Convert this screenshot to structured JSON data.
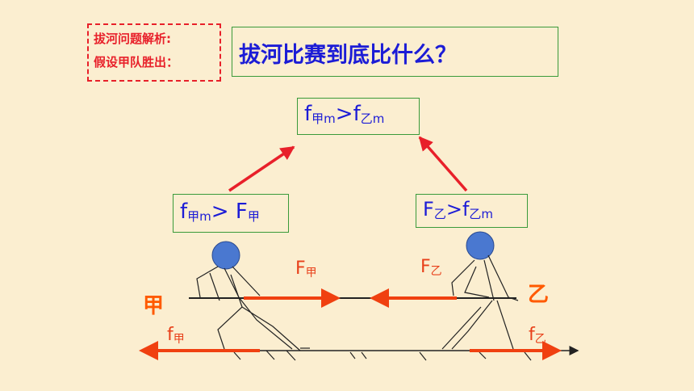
{
  "analysis": {
    "line1": "拔河问题解析:",
    "line2": "假设甲队胜出："
  },
  "title": "拔河比赛到底比什么？",
  "top_box": {
    "f1": "f",
    "s1": "甲m",
    "op": ">",
    "f2": "f",
    "s2": "乙m"
  },
  "left_box": {
    "f1": "f",
    "s1": "甲m",
    "op": "> ",
    "f2": "F",
    "s2": "甲"
  },
  "right_box": {
    "f1": "F",
    "s1": "乙",
    "op": ">",
    "f2": "f",
    "s2": "乙m"
  },
  "force_labels": {
    "rope_left": {
      "main": "F",
      "sub": "甲"
    },
    "rope_right": {
      "main": "F",
      "sub": "乙"
    },
    "ground_left": {
      "main": "f",
      "sub": "甲"
    },
    "ground_right": {
      "main": "f",
      "sub": "乙"
    }
  },
  "teams": {
    "left": "甲",
    "right": "乙"
  },
  "colors": {
    "background": "#fbeed0",
    "red": "#e8202a",
    "blue_text": "#1c1cd6",
    "green_border": "#3a9a3a",
    "arrow": "#f04010",
    "head": "#4a78d0"
  }
}
